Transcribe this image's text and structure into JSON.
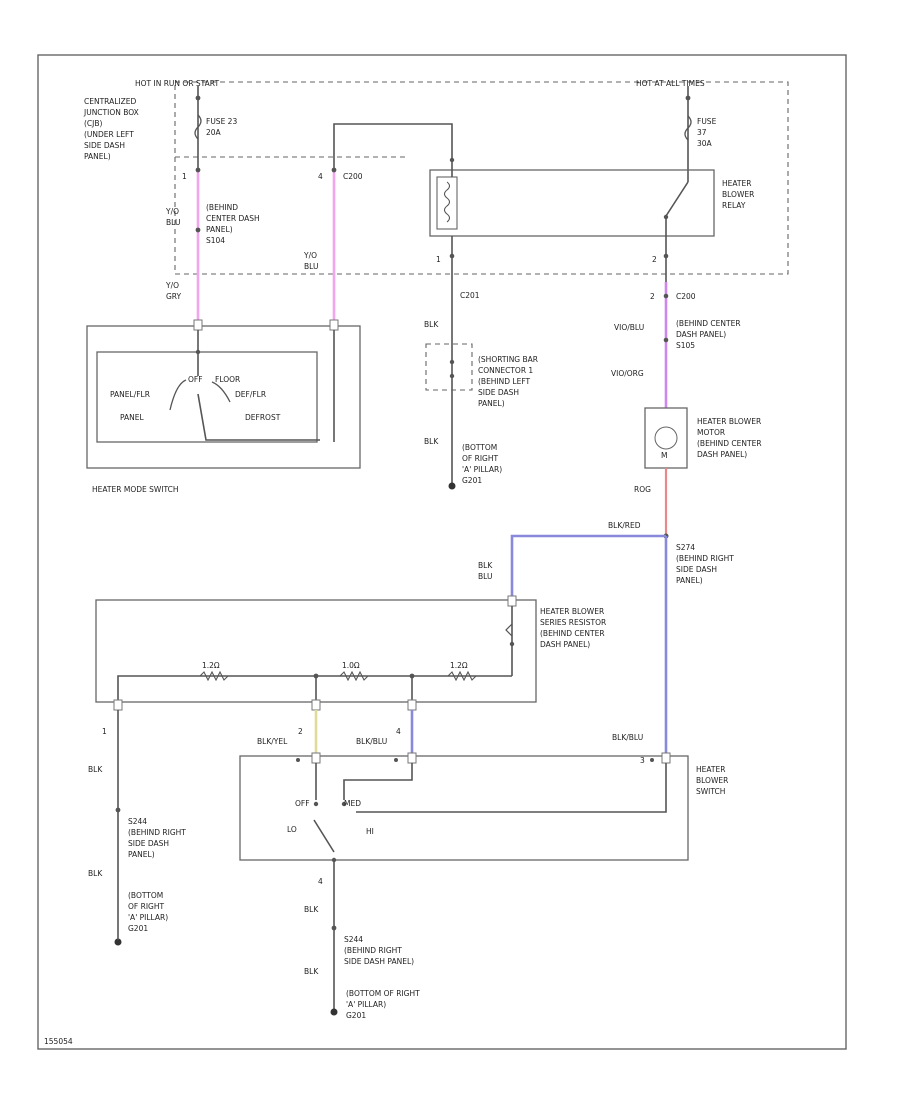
{
  "power": {
    "hot_run": "HOT IN RUN OR START",
    "hot_all": "HOT AT ALL TIMES"
  },
  "junction_box": [
    "CENTRALIZED",
    "JUNCTION BOX",
    "(CJB)",
    "(UNDER LEFT",
    "SIDE DASH",
    "PANEL)"
  ],
  "fuse23": [
    "FUSE 23",
    "20A"
  ],
  "fuse37": [
    "FUSE",
    "37",
    "30A"
  ],
  "blower_relay": [
    "HEATER",
    "BLOWER",
    "RELAY"
  ],
  "connectors": {
    "c200_top": "C200",
    "c201": "C201",
    "c200_right": "C200"
  },
  "wires": {
    "ylbu_left_top": [
      "Y/O",
      "BLU"
    ],
    "ylbu_mid": [
      "Y/O",
      "BLU"
    ],
    "ylgy": [
      "Y/O",
      "GRY"
    ],
    "blk_c201": "BLK",
    "blk_c201_low": "BLK",
    "viobu": "VIO/BLU",
    "viogy": "VIO/ORG",
    "rogy": "ROG",
    "blkred": "BLK/RED",
    "blkblu_top": [
      "BLK",
      "BLU"
    ],
    "blkyel": "BLK/YEL",
    "blkblu_mid": "BLK/BLU",
    "blkblu_right": "BLK/BLU",
    "blk_left_1": "BLK",
    "blk_left_2": "BLK",
    "blk_bot_1": "BLK",
    "blk_bot_2": "BLK"
  },
  "splices": {
    "s104": [
      "(BEHIND",
      "CENTER DASH",
      "PANEL)",
      "S104"
    ],
    "s105": [
      "(BEHIND CENTER",
      "DASH PANEL)",
      "S105"
    ],
    "s274": [
      "S274",
      "(BEHIND RIGHT",
      "SIDE DASH",
      "PANEL)"
    ],
    "s244_left": [
      "S244",
      "(BEHIND RIGHT",
      "SIDE DASH",
      "PANEL)"
    ],
    "s244_bottom": [
      "S244",
      "(BEHIND RIGHT",
      "SIDE DASH PANEL)"
    ]
  },
  "shorting_bar": [
    "(SHORTING BAR",
    "CONNECTOR 1",
    "(BEHIND LEFT",
    "SIDE DASH",
    "PANEL)"
  ],
  "grounds": {
    "g201_mid": [
      "(BOTTOM",
      "OF RIGHT",
      "'A' PILLAR)",
      "G201"
    ],
    "g201_left": [
      "(BOTTOM",
      "OF RIGHT",
      "'A' PILLAR)",
      "G201"
    ],
    "g201_bottom": [
      "(BOTTOM OF RIGHT",
      "'A' PILLAR)",
      "G201"
    ]
  },
  "mode_switch": {
    "label": "HEATER MODE SWITCH",
    "off": "OFF",
    "floor": "FLOOR",
    "panel": [
      "PANEL/FLR",
      "PANEL"
    ],
    "defrost": [
      "DEF/FLR",
      "DEFROST"
    ]
  },
  "blower_motor": {
    "label": [
      "HEATER BLOWER",
      "MOTOR",
      "(BEHIND CENTER",
      "DASH PANEL)"
    ],
    "m": "M"
  },
  "series_resistor": {
    "label": [
      "HEATER BLOWER",
      "SERIES RESISTOR",
      "(BEHIND CENTER",
      "DASH PANEL)"
    ],
    "r1": "1.2Ω",
    "r2": "1.0Ω",
    "r3": "1.2Ω"
  },
  "blower_switch": {
    "label": [
      "HEATER",
      "BLOWER",
      "SWITCH"
    ],
    "lo": "LO",
    "hi": "HI",
    "off": "OFF",
    "med": "MED"
  },
  "pins": {
    "p1_left": "1",
    "p4_top": "4",
    "p1_c201": "1",
    "p2_right_top": "2",
    "p2_c200": "2",
    "p1_left_bottom": "1",
    "p2_bottom": "2",
    "p4_bottom": "4",
    "p3_bottom": "3",
    "p4_sw": "4"
  },
  "footer_code": "155054",
  "colors": {
    "pink": "#f2a6ee",
    "violet": "#cc88ee",
    "red": "#e88888",
    "blue": "#8888dd",
    "yellow": "#dddd99"
  }
}
